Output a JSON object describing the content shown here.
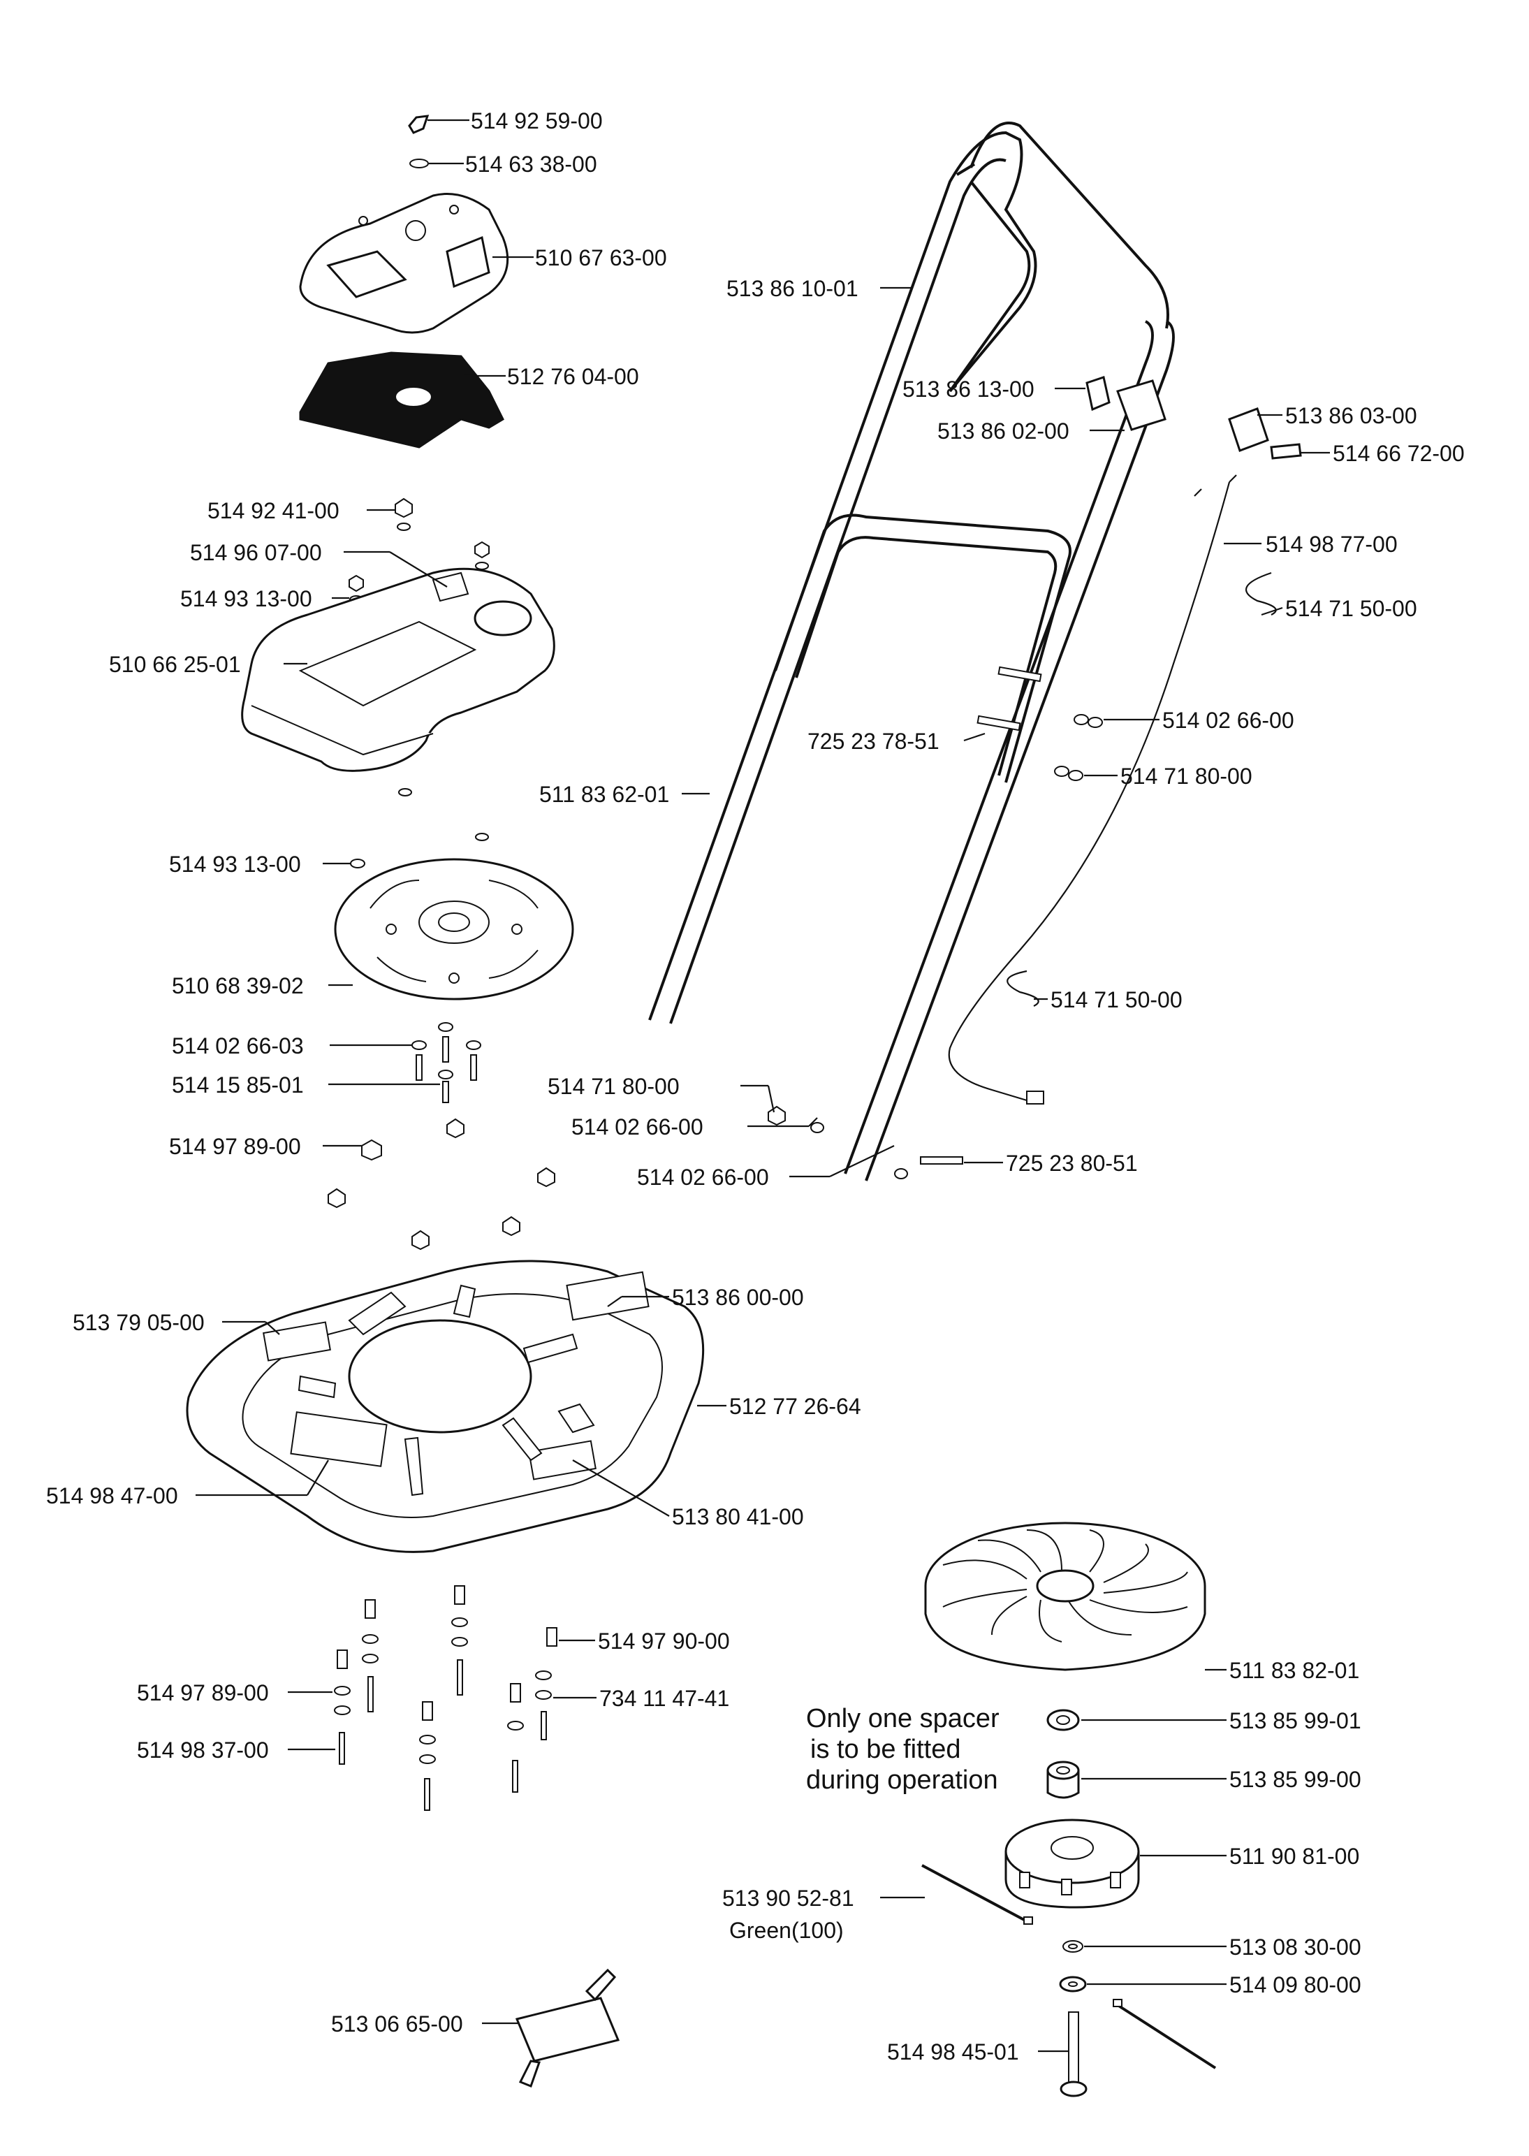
{
  "labels": {
    "l01": "514 92 59-00",
    "l02": "514 63 38-00",
    "l03": "510 67 63-00",
    "l04": "512 76 04-00",
    "l05": "514 92  41-00",
    "l06": "514 96 07-00",
    "l07": "514 93 13-00",
    "l08": "510 66 25-01",
    "l09": "514 93 13-00",
    "l10": "510 68 39-02",
    "l11": "514 02 66-03",
    "l12": "514 15 85-01",
    "l13": "514 97 89-00",
    "l14": "513 79 05-00",
    "l15": "514 98 47-00",
    "l16": "513 86 00-00",
    "l17": "512 77 26-64",
    "l18": "513 80 41-00",
    "l19": "514 97 90-00",
    "l20": "514 97 89-00",
    "l21": "734 11 47-41",
    "l22": "514 98 37-00",
    "l23": "513 06 65-00",
    "l24": "513 86 10-01",
    "l25": "513 86 13-00",
    "l26": "513 86 02-00",
    "l27": "513 86 03-00",
    "l28": "514 66 72-00",
    "l29": "514 98 77-00",
    "l30": "514 71 50-00",
    "l31": "514 02 66-00",
    "l32": "725 23 78-51",
    "l33": "514 71 80-00",
    "l34": "511 83 62-01",
    "l35": "514 71 50-00",
    "l36": "514 71 80-00",
    "l37": "514 02 66-00",
    "l38": "514 02 66-00",
    "l39": "725 23 80-51",
    "l40": "511 83 82-01",
    "l41": "513 85 99-01",
    "l42": "513 85 99-00",
    "l43": "511 90 81-00",
    "l44": "513 90 52-81",
    "l45": "Green(100)",
    "l46": "513 08 30-00",
    "l47": "514 09 80-00",
    "l48": "514 98 45-01"
  },
  "note": {
    "line1": "Only one spacer",
    "line2": "is to be fitted",
    "line3": "during operation"
  }
}
